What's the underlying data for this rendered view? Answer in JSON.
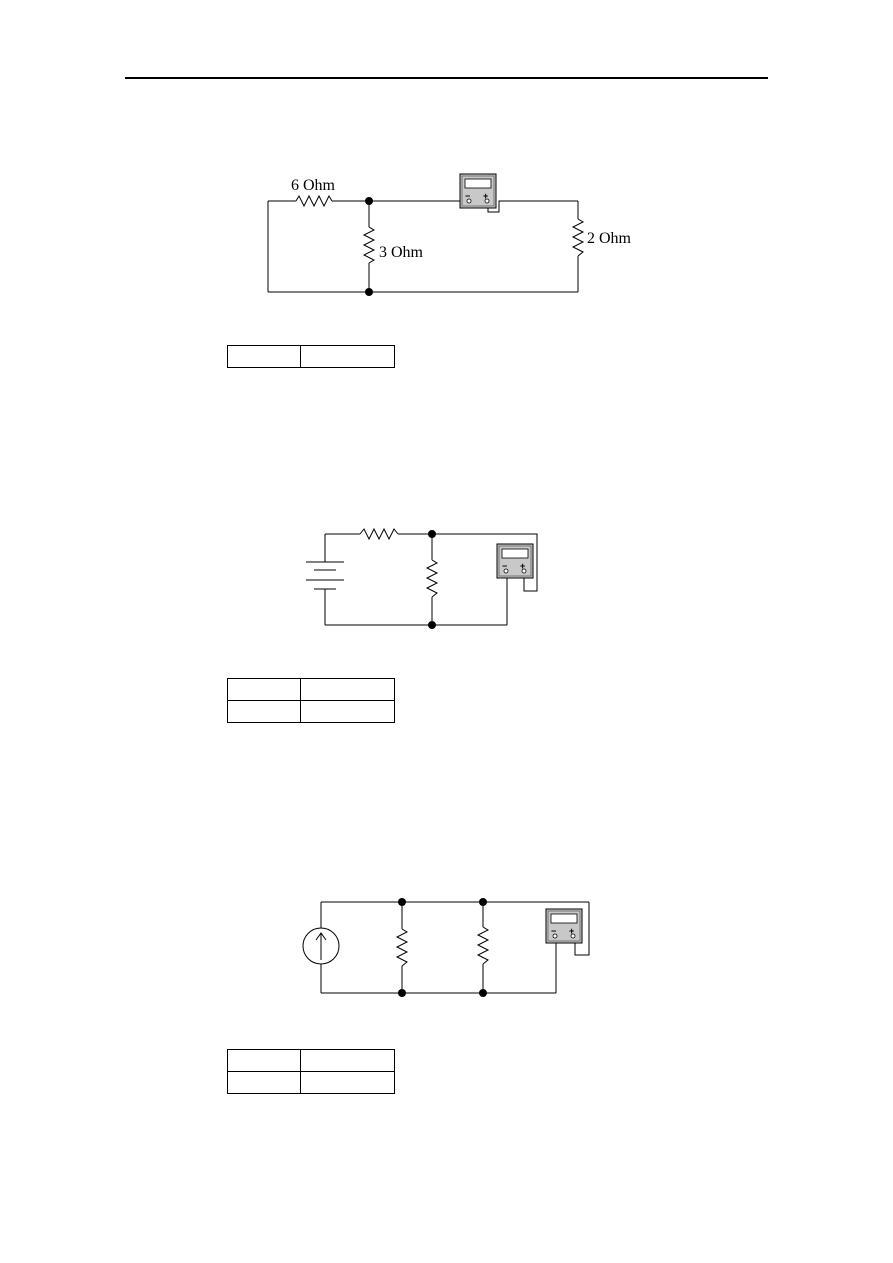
{
  "circuit1": {
    "labels": {
      "r_series": "6 Ohm",
      "r_shunt": "3 Ohm",
      "r_load": "2 Ohm"
    },
    "meter_terminals": {
      "minus": "−",
      "plus": "+"
    }
  },
  "circuit2": {
    "meter_terminals": {
      "minus": "−",
      "plus": "+"
    }
  },
  "circuit3": {
    "meter_terminals": {
      "minus": "−",
      "plus": "+"
    }
  },
  "tables": {
    "table1": {
      "rows": [
        [
          "",
          ""
        ]
      ]
    },
    "table2": {
      "rows": [
        [
          "",
          ""
        ],
        [
          "",
          ""
        ]
      ]
    },
    "table3": {
      "rows": [
        [
          "",
          ""
        ],
        [
          "",
          ""
        ]
      ]
    }
  }
}
